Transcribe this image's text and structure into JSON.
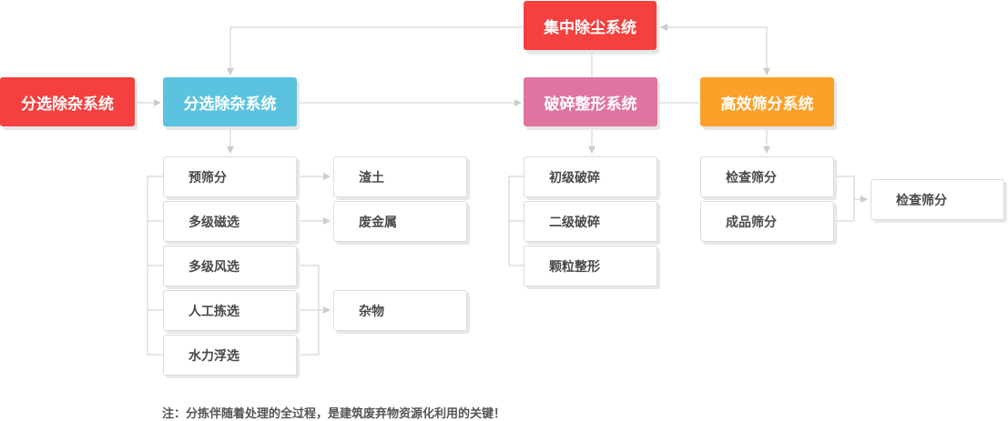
{
  "colors": {
    "red": "#f4403e",
    "blue": "#5bc3df",
    "pink": "#e074a0",
    "orange": "#fba028",
    "line": "#cccccc"
  },
  "headers": {
    "dust": "集中除尘系统",
    "sort_left": "分选除杂系统",
    "sort": "分选除杂系统",
    "crush": "破碎整形系统",
    "screen": "高效筛分系统"
  },
  "sort_items": [
    "预筛分",
    "多级磁选",
    "多级风选",
    "人工拣选",
    "水力浮选"
  ],
  "sort_outputs": [
    "渣土",
    "废金属",
    "杂物"
  ],
  "crush_items": [
    "初级破碎",
    "二级破碎",
    "颗粒整形"
  ],
  "screen_items": [
    "检查筛分",
    "成品筛分"
  ],
  "screen_output": "检查筛分",
  "note": "注：分拣伴随着处理的全过程，是建筑废弃物资源化利用的关键！"
}
